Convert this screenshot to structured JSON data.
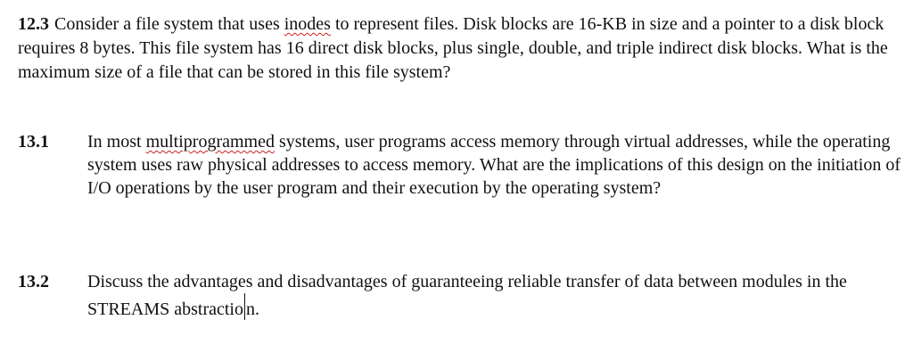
{
  "q1": {
    "number": "12.3",
    "text_a": "Consider a file system that uses ",
    "spell_word": "inodes",
    "text_b": " to represent files. Disk blocks are 16-KB in size and a pointer to a disk block requires 8 bytes. This file system has 16 direct disk blocks, plus single, double, and triple indirect disk blocks. What is the maximum size of a file that can be stored in this file system?"
  },
  "q2": {
    "number": "13.1",
    "text_a": "In most ",
    "spell_word": "multiprogrammed",
    "text_b": " systems, user programs access memory through virtual addresses, while the operating system uses raw physical addresses to access memory. What are the implications of this design on the initiation of I/O operations by the user program and their execution by the operating system?"
  },
  "q3": {
    "number": "13.2",
    "text_a": "Discuss the advantages and disadvantages of guaranteeing reliable transfer of data between modules in the STREAMS abstractio",
    "text_b": "n."
  }
}
